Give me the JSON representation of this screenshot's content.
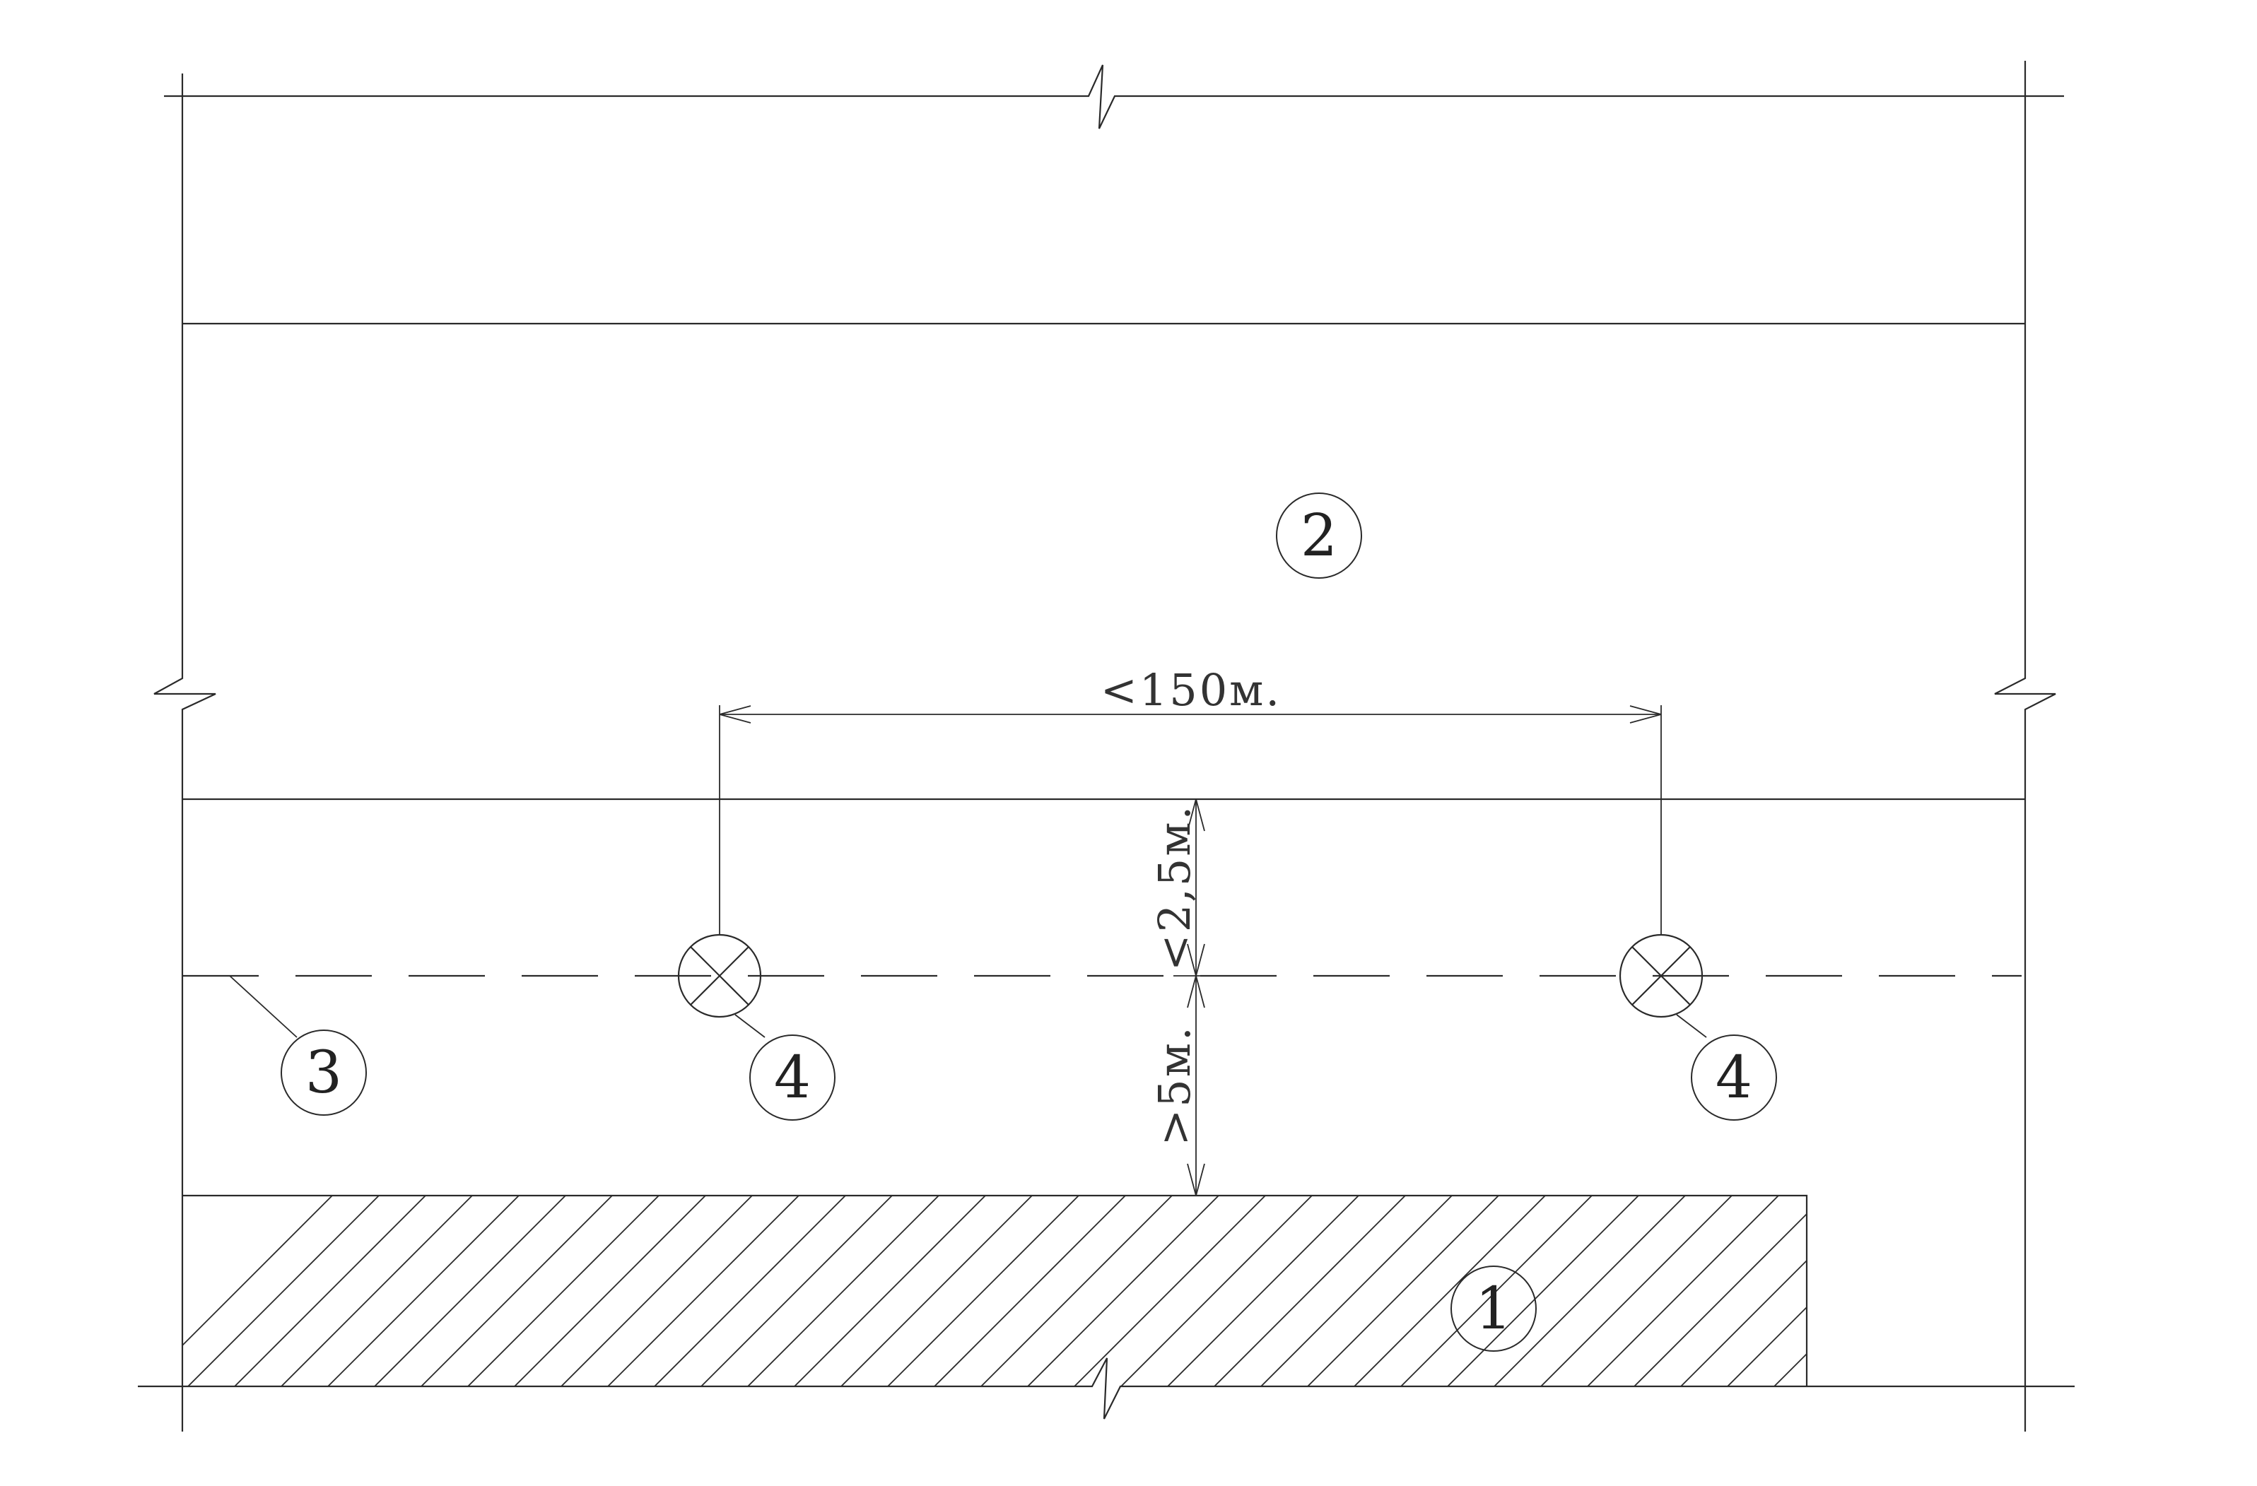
{
  "colors": {
    "background": "#ffffff",
    "line": "#2a2a2a",
    "text": "#333333"
  },
  "dimensions": {
    "spacing": "<150м.",
    "offset_top": "<2,5м.",
    "offset_bottom": ">5м."
  },
  "callouts": {
    "building": "1",
    "road": "2",
    "axis": "3",
    "lamp_left": "4",
    "lamp_right": "4"
  },
  "symbols": {
    "lamp": "lamp-cross-icon",
    "break": "break-line-icon"
  }
}
